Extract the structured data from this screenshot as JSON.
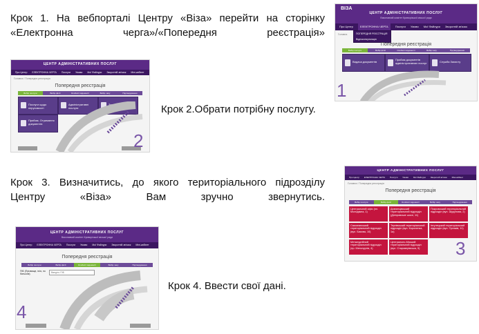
{
  "steps": {
    "s1": "Крок 1. На вебпорталі Центру «Віза» перейти на сторінку «Електронна черга»/«Попередня реєстрація»",
    "s2": "Крок 2.Обрати потрібну послугу.",
    "s3": "Крок 3. Визначитись, до якого територіального підрозділу Центру «Віза» Вам зручно звернутись.",
    "s4": "Крок 4. Ввести свої дані."
  },
  "numbers": {
    "n1": "1",
    "n2": "2",
    "n3": "3",
    "n4": "4"
  },
  "site": {
    "org": "ЦЕНТР АДМІНІСТРАТИВНИХ ПОСЛУГ",
    "sub": "Виконавчий комітет Криворізької міської ради",
    "logo": "ВІЗА",
    "page_title": "Попередня реєстрація",
    "breadcrumb_home": "Головна",
    "breadcrumb_page": "Попередня реєстрація",
    "nav": [
      "Про Центр",
      "ЕЛЕКТРОННА ЧЕРГА",
      "Послуги",
      "Умови",
      "Мої Файлури",
      "Зворотній зв'язок",
      "Міні-кабінет"
    ],
    "tabs": [
      "Вибір послуги",
      "Вибір філії",
      "Особисті відомості",
      "Вибір часу",
      "Підтвердження"
    ],
    "dropdown": [
      "ПОПЕРЕДНЯ РЕЄСТРАЦІЯ",
      "Відеоконсультація"
    ]
  },
  "shot1": {
    "tiles": [
      "Видача документів",
      "Прийом документів адміністративних послуг",
      "Служба Захисту"
    ]
  },
  "shot2": {
    "tiles": [
      "Послуги щодо нерухомості",
      "Адміністративні послуги",
      "Земельний кадастр",
      "Прийом, Отримання документів"
    ]
  },
  "shot3": {
    "branches": [
      "Центральний офіс (пл. Молодіжна, 1)",
      "Довгинцівський територіальний підрозділ (Дніпровське шосе, 11)",
      "Покровський територіальний підрозділ (вул. Шурупова, 2)",
      "Саксаганський територіальний підрозділ (вул. Бикова, 10)",
      "Тернівський територіальний підрозділ (вул. Короленка, 1а)",
      "Інгулецький територіальний підрозділ (вул. Гірняків, 11)",
      "Металургійний територіальний підрозділ (пр. Металургів, 4)",
      "Центрально-Міський територіальний підрозділ (вул. Староверівська, 9)"
    ]
  },
  "shot4": {
    "field_label": "ПІБ (Прізвище, ім'я, по батькові)",
    "field_placeholder": "Введіть ПІБ"
  },
  "colors": {
    "purple": "#5b2a86",
    "dark_purple": "#3b1660",
    "green": "#7ab53a",
    "tile": "#5a3d8a",
    "red": "#c4153e"
  }
}
